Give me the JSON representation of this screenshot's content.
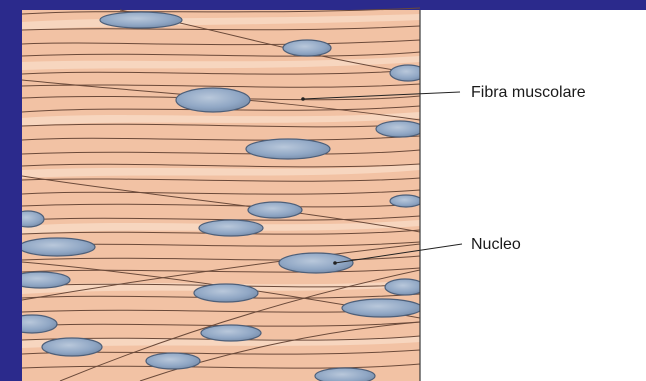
{
  "labels": {
    "fiber": "Fibra muscolare",
    "nucleus": "Nucleo"
  },
  "colors": {
    "slide_frame": "#2b2a8c",
    "tissue_base": "#f2c2a4",
    "tissue_highlight": "#f9dcc6",
    "fiber_line": "#6b4a3a",
    "nucleus_fill": "#8fa6c4",
    "nucleus_fill_dark": "#7f94b0",
    "nucleus_edge": "#4d5f79",
    "leader_line": "#222222"
  },
  "icons": {
    "tissue": "smooth-muscle-tissue-illustration",
    "nucleus": "cell-nucleus-ellipse"
  }
}
